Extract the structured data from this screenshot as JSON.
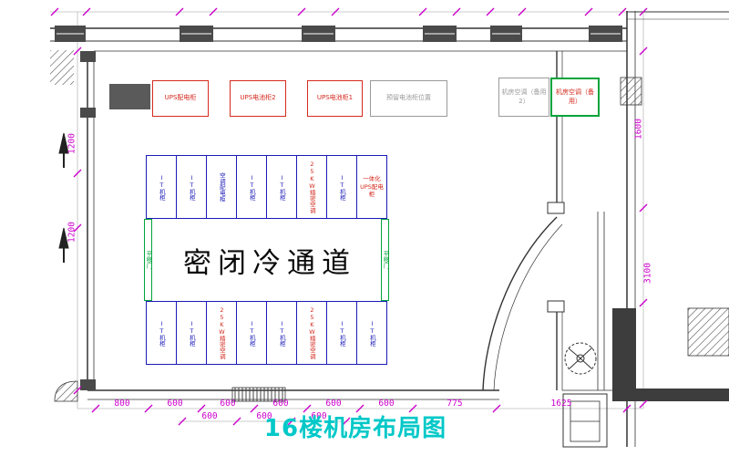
{
  "title": "16楼机房布局图",
  "colors": {
    "title_cyan": "#00c8c8",
    "cabinet_blue": "#1a1ab8",
    "alert_red": "#d42a1e",
    "door_green": "#00a43a",
    "dimension_magenta": "#cc00cc",
    "reserved_gray": "#999999",
    "wall_dark": "#4a4a4a"
  },
  "equipment": [
    {
      "label": "UPS配电柜",
      "color": "red"
    },
    {
      "label": "UPS电池柜2",
      "color": "red"
    },
    {
      "label": "UPS电池柜1",
      "color": "red"
    },
    {
      "label": "预留电池柜位置",
      "color": "gray"
    },
    {
      "label": "机房空调（备用2）",
      "color": "gray"
    },
    {
      "label": "机房空调（备用）",
      "color": "green"
    }
  ],
  "cabinet_rows": {
    "top": [
      {
        "label": "IT机柜",
        "color": "blue"
      },
      {
        "label": "IT机柜",
        "color": "blue"
      },
      {
        "label": "空调配电柜",
        "color": "blue"
      },
      {
        "label": "IT机柜",
        "color": "blue"
      },
      {
        "label": "IT机柜",
        "color": "blue"
      },
      {
        "label": "25KW精密空调",
        "color": "red"
      },
      {
        "label": "IT机柜",
        "color": "blue"
      },
      {
        "label": "一体化UPS配电柜",
        "color": "red"
      }
    ],
    "bottom": [
      {
        "label": "IT机柜",
        "color": "blue"
      },
      {
        "label": "IT机柜",
        "color": "blue"
      },
      {
        "label": "25KW精密空调",
        "color": "red"
      },
      {
        "label": "IT机柜",
        "color": "blue"
      },
      {
        "label": "IT机柜",
        "color": "blue"
      },
      {
        "label": "25KW精密空调",
        "color": "red"
      },
      {
        "label": "IT机柜",
        "color": "blue"
      },
      {
        "label": "IT机柜",
        "color": "blue"
      }
    ]
  },
  "cold_aisle": {
    "label": "密闭冷通道",
    "door_left": "平移门",
    "door_right": "平移门"
  },
  "dimensions": {
    "left": [
      "1200",
      "1200"
    ],
    "right": [
      "1600",
      "3100"
    ],
    "bottom_upper": [
      "800",
      "600",
      "600",
      "600",
      "600",
      "600",
      "775",
      "1625"
    ],
    "bottom_lower": [
      "600",
      "600",
      "600"
    ]
  }
}
